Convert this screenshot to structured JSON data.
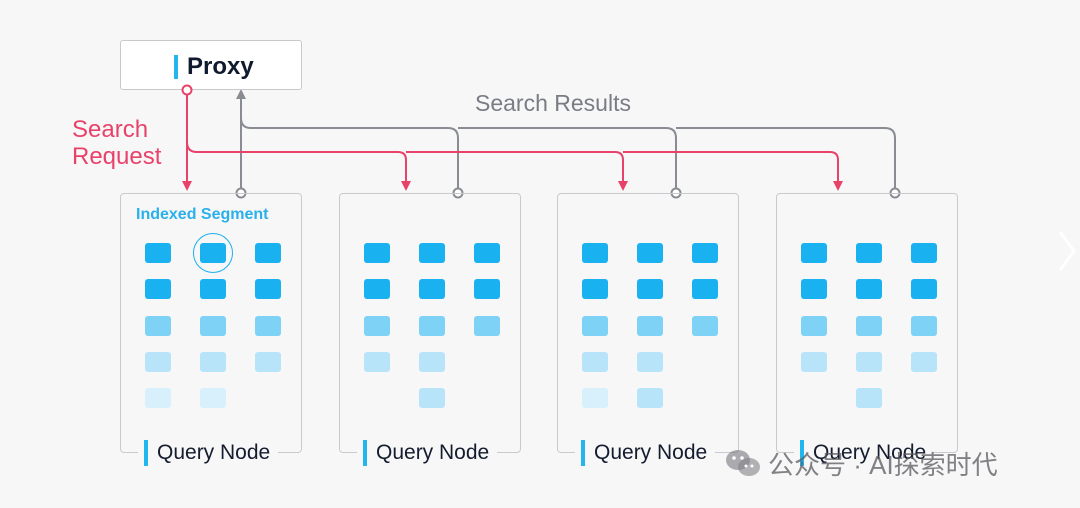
{
  "proxy": {
    "label": "Proxy"
  },
  "labels": {
    "search_results": "Search Results",
    "search_request_line1": "Search",
    "search_request_line2": "Request",
    "indexed_segment": "Indexed Segment"
  },
  "nodes": [
    {
      "label": "Query Node"
    },
    {
      "label": "Query Node"
    },
    {
      "label": "Query Node"
    },
    {
      "label": "Query Node"
    }
  ],
  "watermark": {
    "text": "公众号 · AI探索时代",
    "icon": "wechat-icon"
  },
  "colors": {
    "request": "#e8426a",
    "results": "#8a8c93",
    "accent": "#22b5ee",
    "segment_levels": [
      "#1ab1f0",
      "#1ab1f0",
      "#7dd2f5",
      "#b7e4f8",
      "#d8f0fb"
    ]
  },
  "segments": {
    "node_levels": [
      [
        [
          1,
          1,
          1
        ],
        [
          1,
          1,
          1
        ],
        [
          2,
          2,
          2
        ],
        [
          3,
          3,
          3
        ],
        [
          4,
          4,
          null
        ]
      ],
      [
        [
          1,
          1,
          1
        ],
        [
          1,
          1,
          1
        ],
        [
          2,
          2,
          2
        ],
        [
          3,
          3,
          null
        ],
        [
          null,
          3,
          null
        ]
      ],
      [
        [
          1,
          1,
          1
        ],
        [
          1,
          1,
          1
        ],
        [
          2,
          2,
          2
        ],
        [
          3,
          3,
          null
        ],
        [
          4,
          3,
          null
        ]
      ],
      [
        [
          1,
          1,
          1
        ],
        [
          1,
          1,
          1
        ],
        [
          2,
          2,
          2
        ],
        [
          3,
          3,
          3
        ],
        [
          null,
          3,
          null
        ]
      ]
    ],
    "highlighted": {
      "node": 0,
      "row": 0,
      "col": 1
    }
  },
  "nav": {
    "next_icon": "chevron-right-icon"
  }
}
